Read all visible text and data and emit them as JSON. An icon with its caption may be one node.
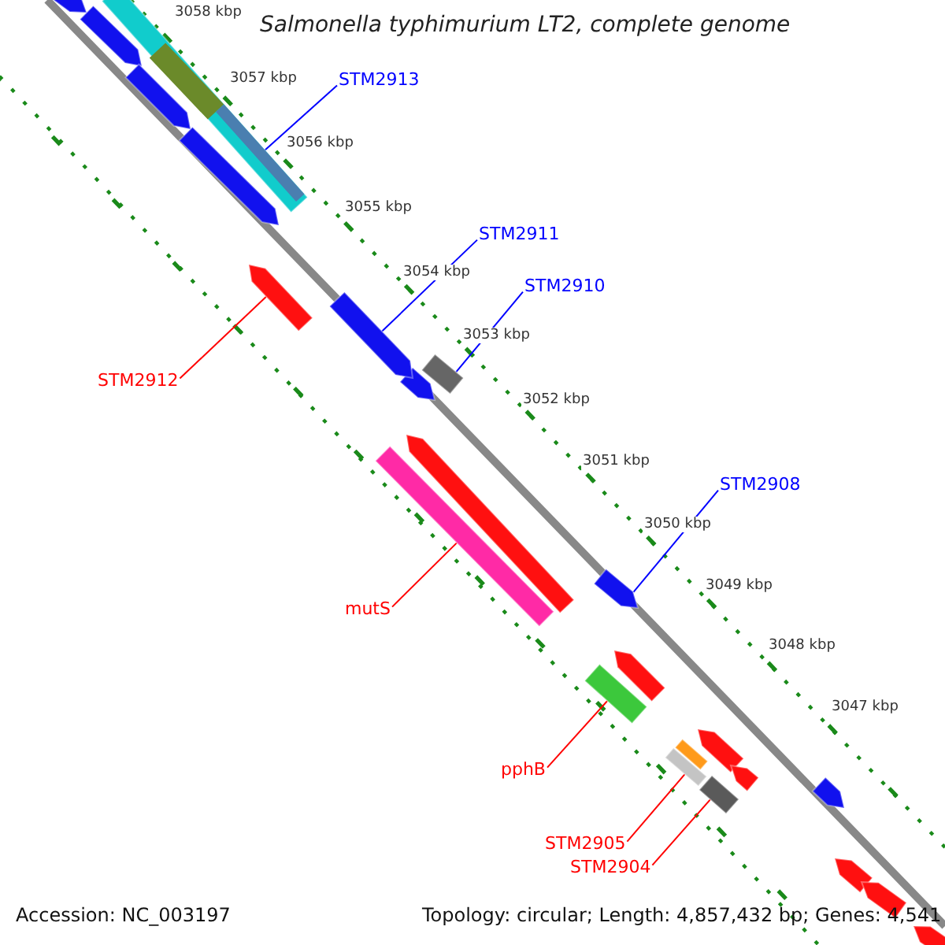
{
  "diagram": {
    "title": "Salmonella typhimurium LT2, complete genome",
    "nodes": [
      {
        "text": [
          "STM2913"
        ]
      },
      {
        "text": [
          "STM2911"
        ]
      },
      {
        "text": [
          "STM2910"
        ]
      },
      {
        "text": [
          "STM2912"
        ]
      },
      {
        "text": [
          "STM2908"
        ]
      },
      {
        "text": [
          "mutS"
        ]
      },
      {
        "text": [
          "pphB"
        ]
      },
      {
        "text": [
          "STM2905"
        ]
      },
      {
        "text": [
          "STM2904"
        ]
      },
      {
        "text": [],
        "shape": "bar"
      },
      {
        "text": [],
        "shape": "arrow"
      },
      {
        "text": [],
        "shape": "bar"
      },
      {
        "text": [],
        "shape": "arrow"
      },
      {
        "text": [],
        "shape": "arrow"
      },
      {
        "text": [],
        "shape": "bar"
      },
      {
        "text": [],
        "shape": "bar"
      },
      {
        "text": [],
        "shape": "bar"
      },
      {
        "text": [],
        "shape": "bar"
      },
      {
        "text": [],
        "shape": "arrow"
      }
    ],
    "edges": [
      {
        "from": 0,
        "to": 9,
        "arrow": "none",
        "color": "#0000ff"
      },
      {
        "from": 1,
        "to": 10,
        "arrow": "none",
        "color": "#0000ff"
      },
      {
        "from": 2,
        "to": 11,
        "arrow": "none",
        "color": "#0000ff"
      },
      {
        "from": 3,
        "to": 12,
        "arrow": "none"
      },
      {
        "from": 4,
        "to": 13,
        "arrow": "none",
        "color": "#0000ff"
      },
      {
        "from": 5,
        "to": 14,
        "arrow": "none"
      },
      {
        "from": 6,
        "to": 15,
        "arrow": "none"
      },
      {
        "from": 7,
        "to": 16,
        "arrow": "none"
      },
      {
        "from": 8,
        "to": 17,
        "arrow": "none"
      }
    ],
    "labels": [
      "3058 kbp",
      "3057 kbp",
      "3056 kbp",
      "3055 kbp",
      "3054 kbp",
      "3053 kbp",
      "3052 kbp",
      "3051 kbp",
      "3050 kbp",
      "3049 kbp",
      "3048 kbp",
      "3047 kbp",
      "Accession: NC_003197",
      "Topology: circular; Length: 4,857,432 bp; Genes: 4,541"
    ]
  }
}
